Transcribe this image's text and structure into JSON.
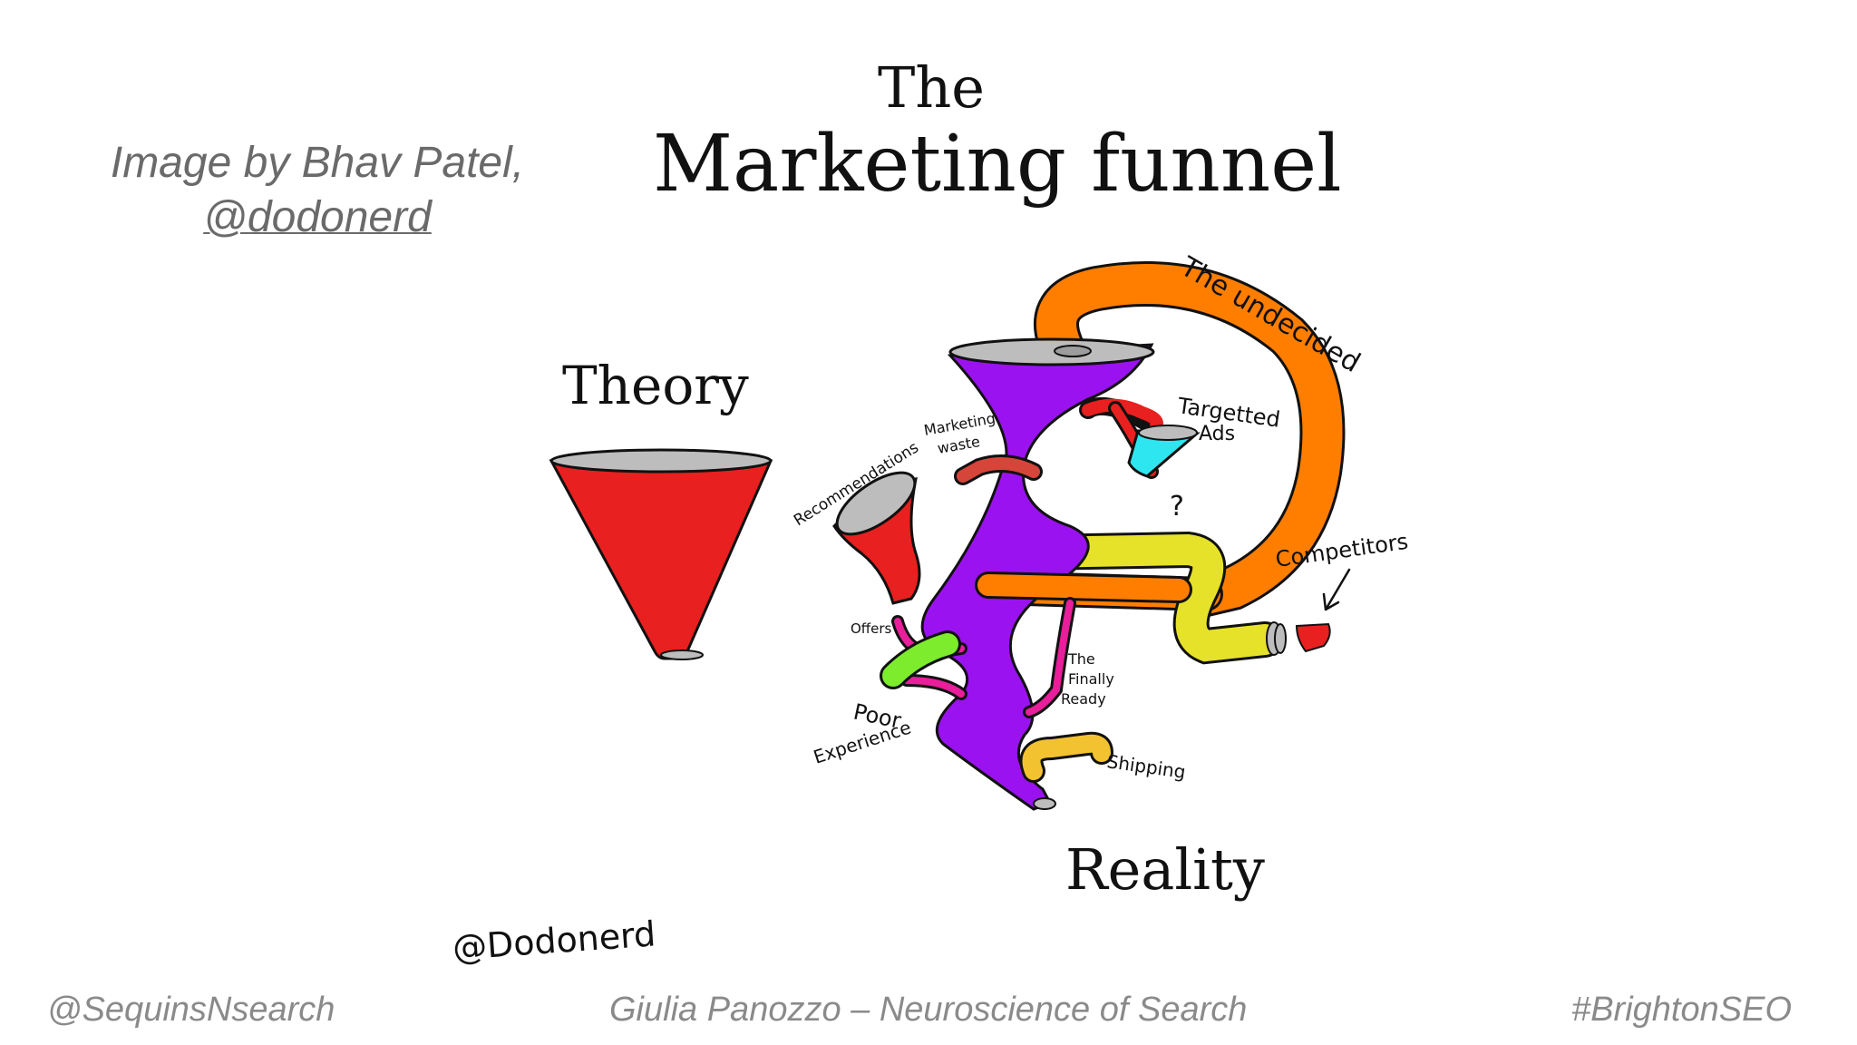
{
  "credit": {
    "line1": "Image by Bhav Patel,",
    "handle": "@dodonerd"
  },
  "drawing": {
    "title_line1": "The",
    "title_line2": "Marketing funnel",
    "theory_label": "Theory",
    "reality_label": "Reality",
    "signature": "@Dodonerd",
    "labels": {
      "undecided": "The undecided",
      "targetted_ads_1": "Targetted",
      "targetted_ads_2": "Ads",
      "question": "?",
      "marketing_waste_1": "Marketing",
      "marketing_waste_2": "waste",
      "recommendations": "Recommendations",
      "competitors": "Competitors",
      "offers": "Offers",
      "poor_experience_1": "Poor",
      "poor_experience_2": "Experience",
      "finally_ready_1": "The",
      "finally_ready_2": "Finally",
      "finally_ready_3": "Ready",
      "shipping": "Shipping"
    },
    "colors": {
      "theory_funnel": "#e8201f",
      "reality_funnel": "#9b12f0",
      "undecided_pipe": "#ff7e00",
      "yellow_pipe": "#e6e22a",
      "targeted_ads_funnel": "#2ee6f0",
      "recommendations_funnel": "#e8201f",
      "offers_pipe": "#7cec2c",
      "pink_pipe": "#e81e9a",
      "shipping_pipe": "#f2c230"
    }
  },
  "footer": {
    "left": "@SequinsNsearch",
    "center": "Giulia Panozzo – Neuroscience of Search",
    "right": "#BrightonSEO"
  }
}
